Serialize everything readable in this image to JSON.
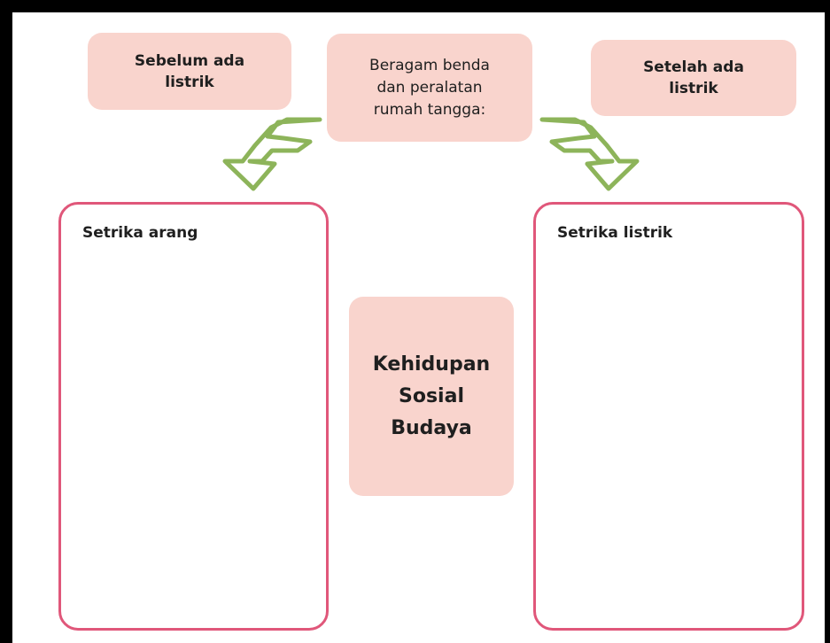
{
  "top_left_box": {
    "lines": [
      "Sebelum ada",
      "listrik"
    ]
  },
  "top_center_box": {
    "lines": [
      "Beragam benda",
      "dan peralatan",
      "rumah tangga:"
    ]
  },
  "top_right_box": {
    "lines": [
      "Setelah ada",
      "listrik"
    ]
  },
  "left_panel": {
    "title": "Setrika arang"
  },
  "right_panel": {
    "title": "Setrika listrik"
  },
  "center_box": {
    "lines": [
      "Kehidupan",
      "Sosial",
      "Budaya"
    ]
  },
  "colors": {
    "label_fill": "#f9d4cd",
    "panel_border": "#e0577a",
    "arrow_stroke": "#8db45a"
  },
  "icons": [
    "arrow-down-left-icon",
    "arrow-down-right-icon"
  ]
}
